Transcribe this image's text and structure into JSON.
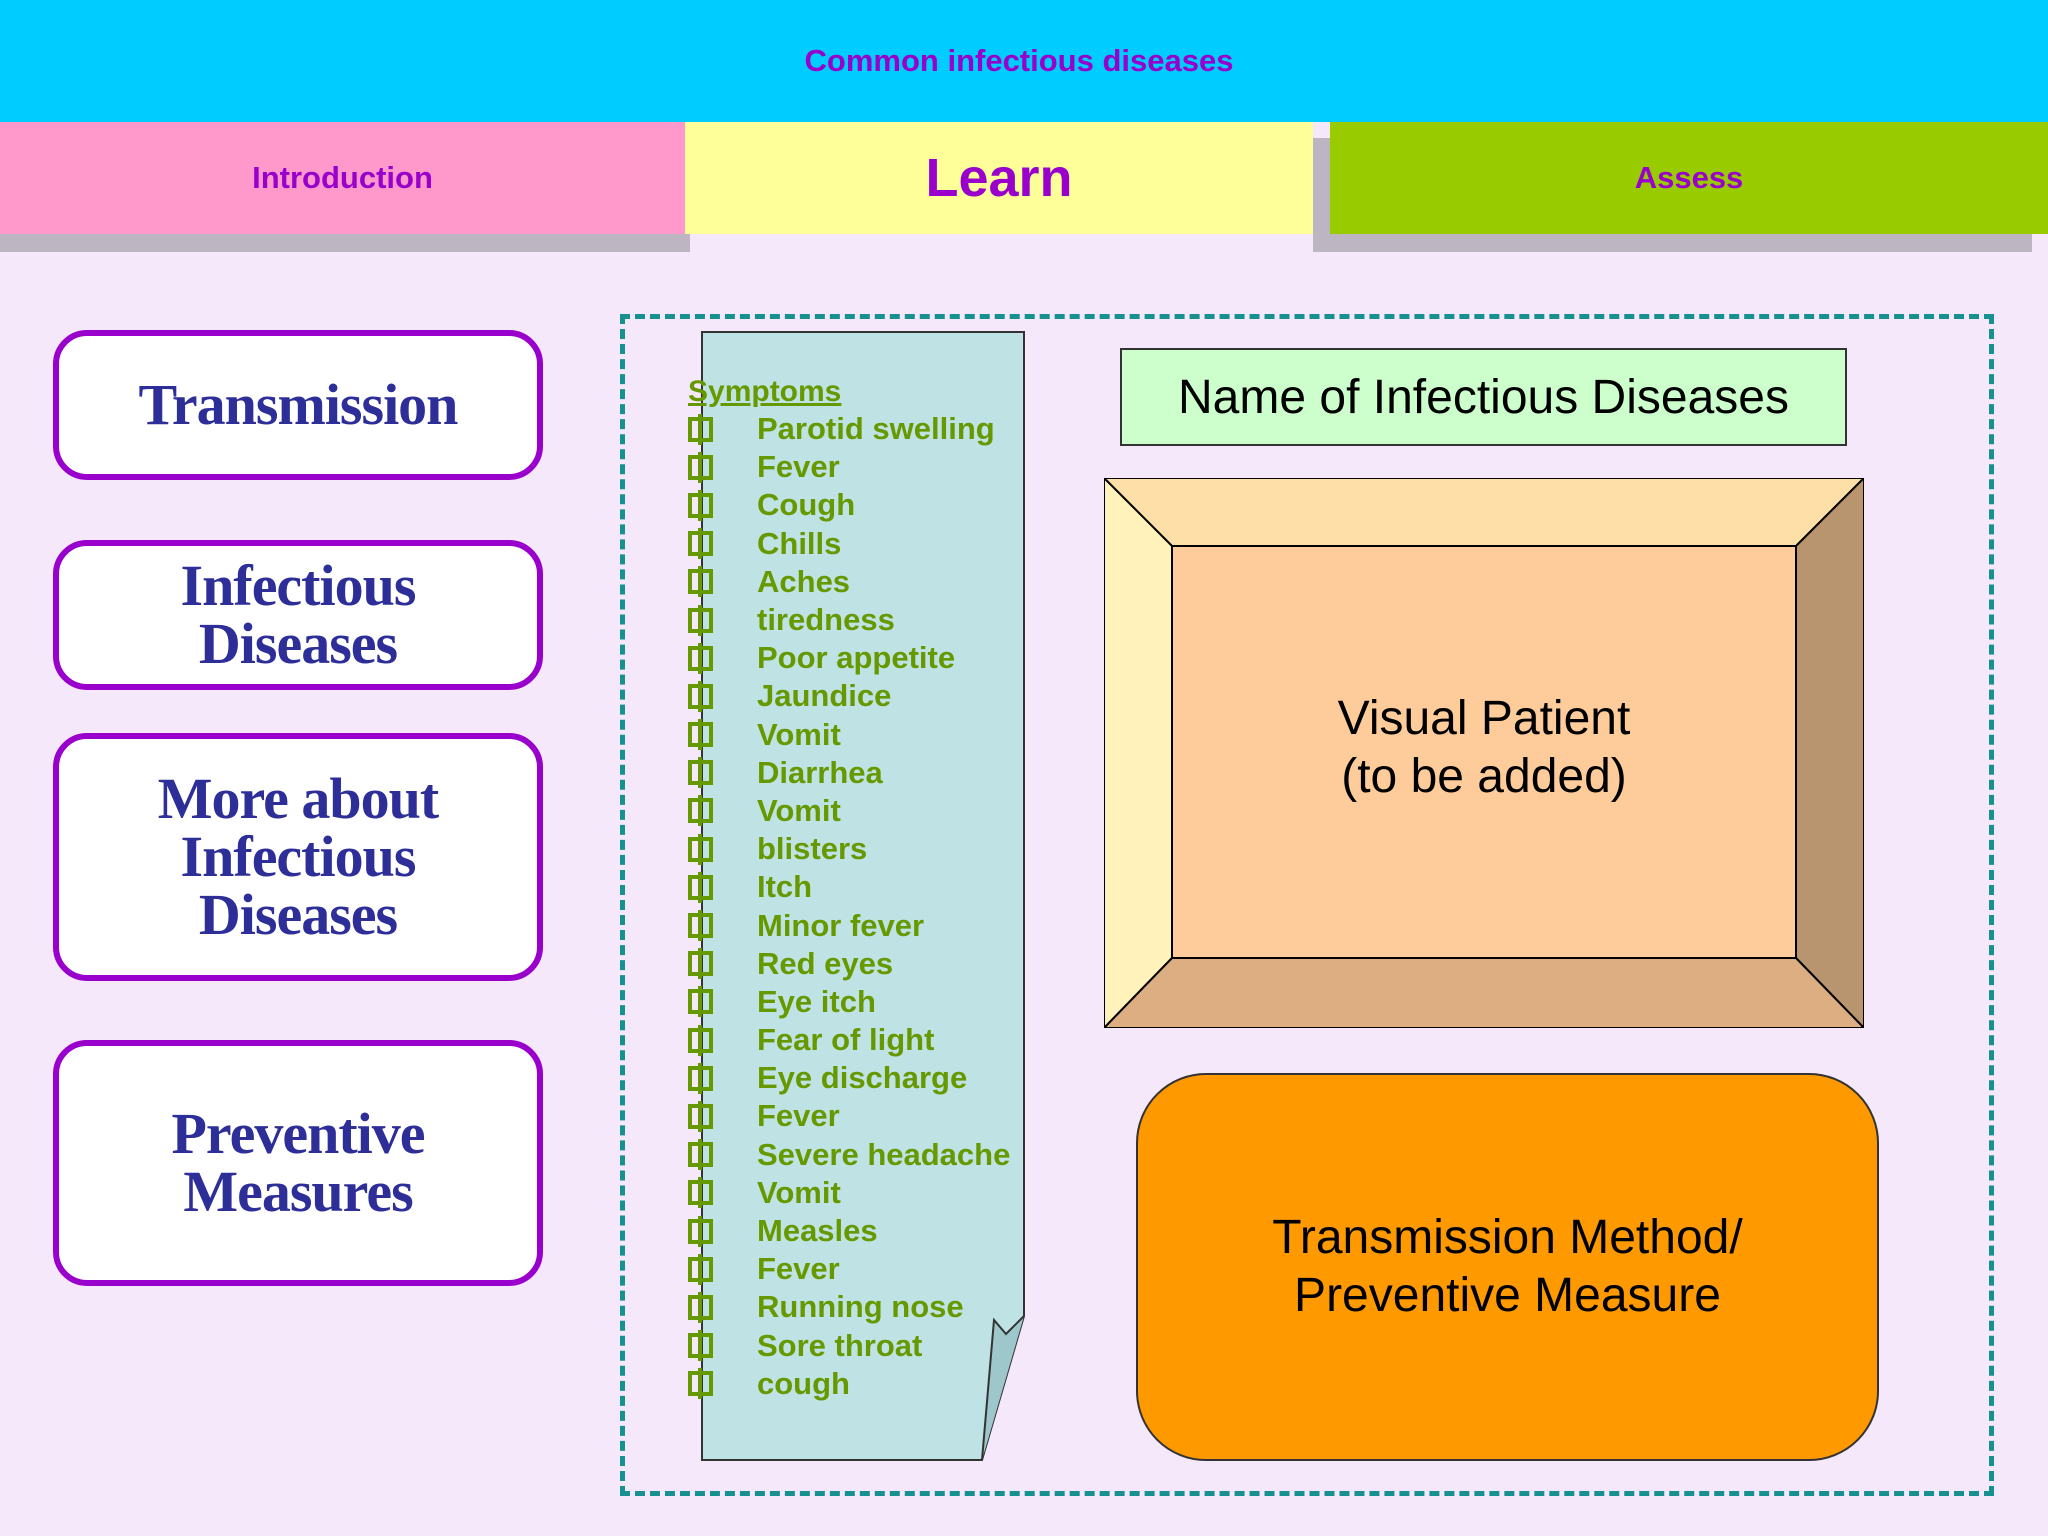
{
  "header": {
    "title": "Common infectious diseases"
  },
  "tabs": [
    {
      "label": "Introduction"
    },
    {
      "label": "Learn"
    },
    {
      "label": "Assess"
    }
  ],
  "sidebar": {
    "buttons": [
      {
        "label": "Transmission"
      },
      {
        "label": "Infectious\nDiseases"
      },
      {
        "label": "More about\nInfectious\nDiseases"
      },
      {
        "label": "Preventive\nMeasures"
      }
    ]
  },
  "symptoms": {
    "title": "Symptoms",
    "items": [
      "Parotid swelling",
      "Fever",
      "Cough",
      "Chills",
      "Aches",
      "tiredness",
      "Poor appetite",
      "Jaundice",
      "Vomit",
      "Diarrhea",
      "Vomit",
      "blisters",
      "Itch",
      "Minor fever",
      "Red eyes",
      "Eye itch",
      "Fear of light",
      "Eye discharge",
      "Fever",
      "Severe headache",
      "Vomit",
      "Measles",
      "Fever",
      "Running nose",
      "Sore throat",
      "cough"
    ]
  },
  "main": {
    "disease_name": "Name of Infectious Diseases",
    "visual_patient": "Visual Patient\n(to be added)",
    "transmission": "Transmission Method/\nPreventive Measure"
  },
  "colors": {
    "header_bg": "#00ccff",
    "accent_purple": "#9900cc",
    "tab_intro": "#ff99cc",
    "tab_learn": "#ffff99",
    "tab_assess": "#99cc00",
    "symptom_green": "#669900",
    "nav_text": "#2e2e99",
    "name_box": "#ccffcc",
    "transmission_box": "#ff9900",
    "sheet": "#bfe2e4",
    "dashed_border": "#179090"
  },
  "icons": {
    "checkbox": "checkbox-icon"
  }
}
